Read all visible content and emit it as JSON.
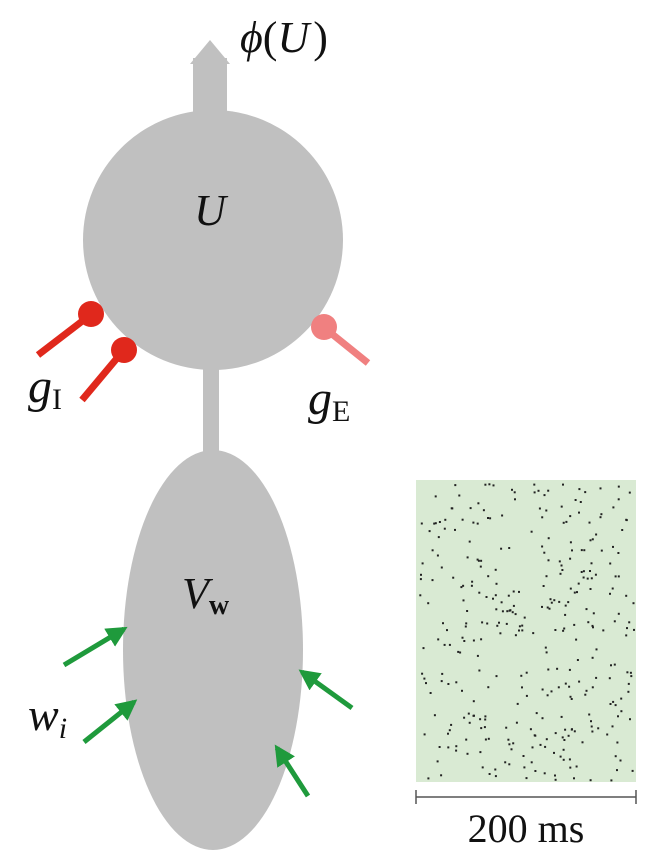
{
  "labels": {
    "output": {
      "phi": "ϕ",
      "open": "(",
      "var": "U",
      "close": ")"
    },
    "soma": "U",
    "inhibitory": {
      "base": "g",
      "sub": "I"
    },
    "excitatory": {
      "base": "g",
      "sub": "E"
    },
    "dendrite": {
      "base": "V",
      "sub": "w"
    },
    "weights": {
      "base": "w",
      "sub": "i"
    },
    "scale_bar": "200 ms"
  },
  "colors": {
    "cell_body": "#c0c0c0",
    "inhibitory": "#e0281c",
    "excitatory": "#f08080",
    "weight_arrows": "#1f9a3c",
    "raster_bg": "#d9ead3",
    "raster_dots": "#222222",
    "text": "#111111"
  }
}
